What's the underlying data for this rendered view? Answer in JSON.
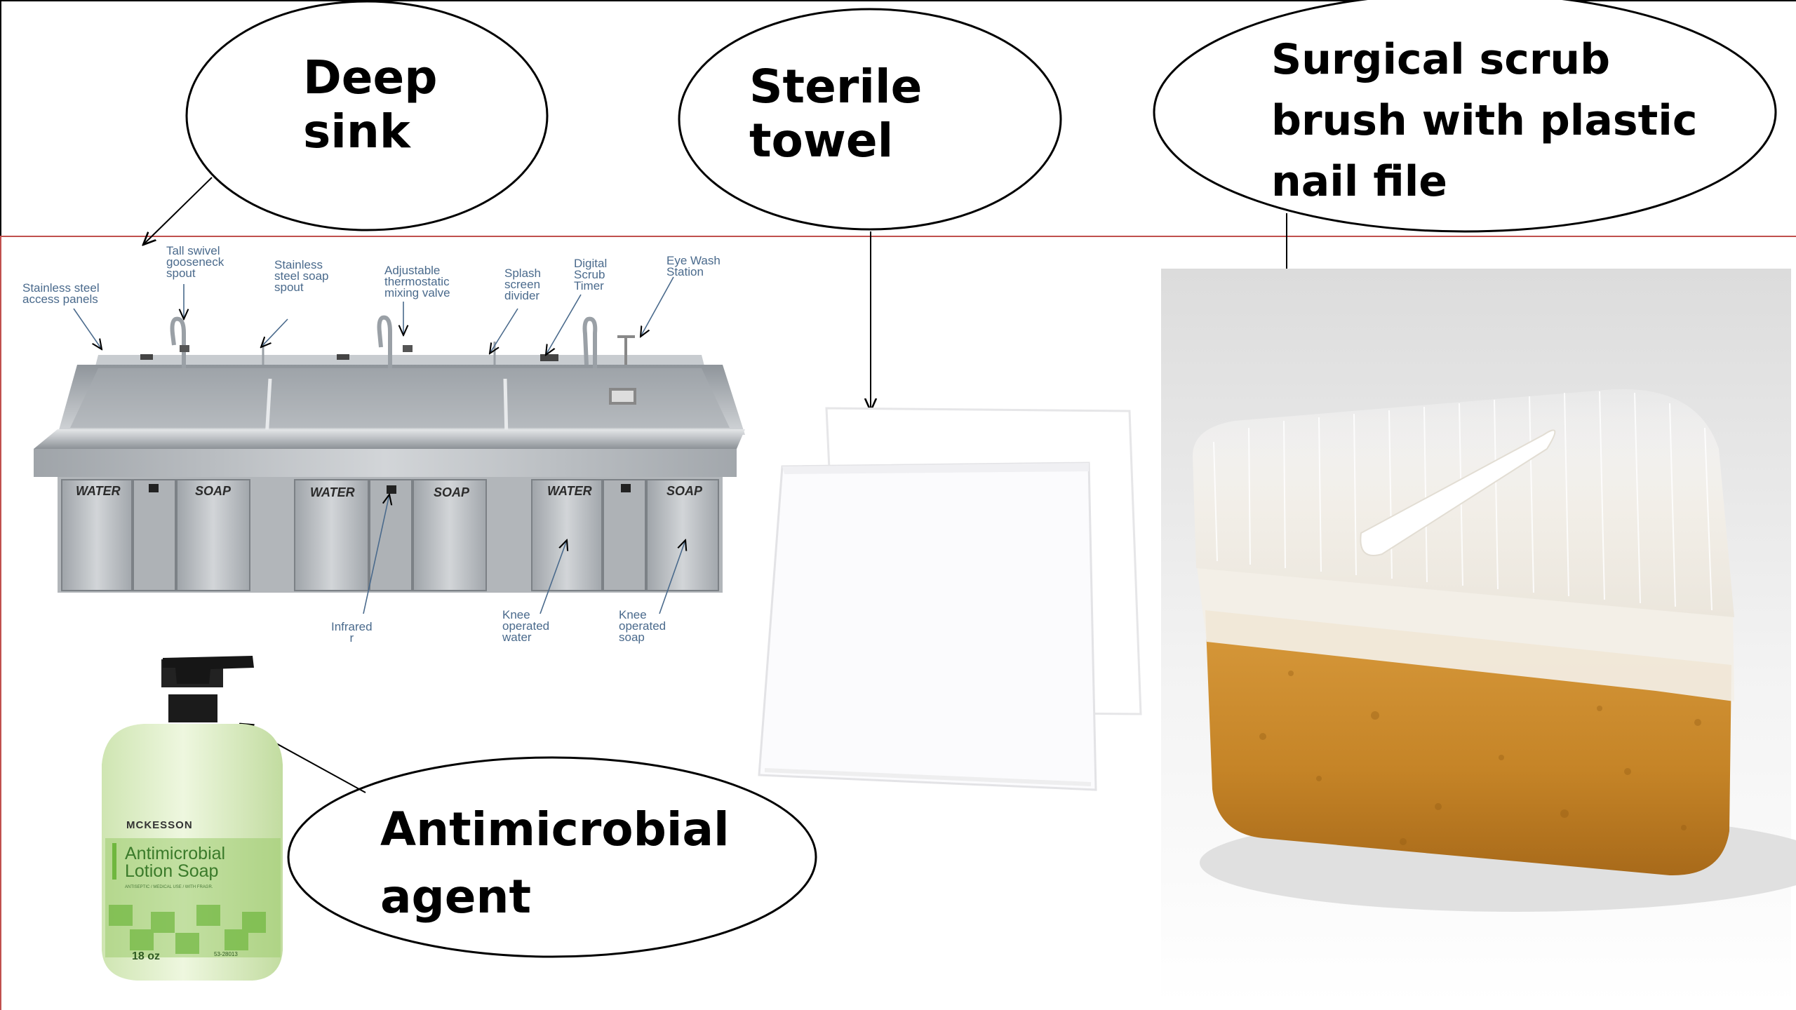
{
  "callouts": {
    "sink": "Deep\nsink",
    "towel": "Sterile\ntowel",
    "brush": "Surgical scrub\nbrush with plastic\nnail file",
    "agent": "Antimicrobial\nagent"
  },
  "sink_labels": {
    "access_panels": "Stainless steel\naccess panels",
    "gooseneck": "Tall swivel\ngooseneck\nspout",
    "soap_spout": "Stainless\nsteel soap\nspout",
    "mixing_valve": "Adjustable\nthermostatic\nmixing valve",
    "splash_divider": "Splash\nscreen\ndivider",
    "scrub_timer": "Digital\nScrub\nTimer",
    "eye_wash": "Eye Wash\nStation",
    "infrared": "Infrared\nr",
    "knee_water": "Knee\noperated\nwater",
    "knee_soap": "Knee\noperated\nsoap"
  },
  "sink_panels": [
    "WATER",
    "SOAP",
    "WATER",
    "SOAP",
    "WATER",
    "SOAP"
  ],
  "bottle": {
    "brand": "MCKESSON",
    "product": "Antimicrobial\nLotion Soap",
    "subtitle": "ANTISEPTIC / MEDICAL USE / WITH FRAGR.",
    "volume": "18 oz",
    "code": "53-28013"
  },
  "colors": {
    "top_border": "#000000",
    "bottom_border": "#c0504d",
    "sink_label": "#4a6a8c",
    "sponge": "#c98a2e",
    "bottle_green": "#6fb73e"
  }
}
